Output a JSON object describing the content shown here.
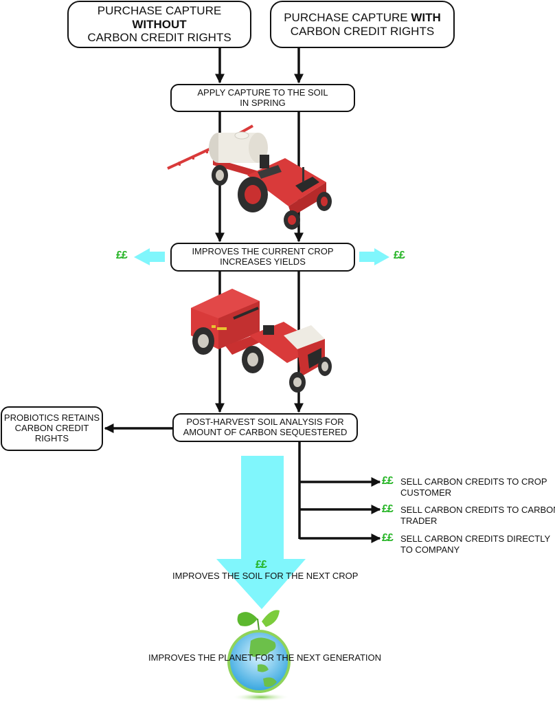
{
  "diagram": {
    "colors": {
      "money": "#22b322",
      "flow_arrow": "#80f6fc",
      "line": "#111111",
      "tractor_red": "#d93a3a",
      "tank_white": "#eeebe3",
      "globe_blue": "#4fb8e8",
      "land_green": "#6cc04a"
    },
    "top_boxes": [
      {
        "id": "without",
        "line1_prefix": "PURCHASE CAPTURE ",
        "line1_bold": "WITHOUT",
        "line2": "CARBON CREDIT RIGHTS"
      },
      {
        "id": "with",
        "line1_prefix": "PURCHASE CAPTURE ",
        "line1_bold": "WITH",
        "line2": "CARBON CREDIT RIGHTS"
      }
    ],
    "apply_box": {
      "line1": "APPLY CAPTURE TO THE SOIL",
      "line2": "IN SPRING"
    },
    "sprayer_icon": "tractor-with-sprayer-tank",
    "improves_box": {
      "line1": "IMPROVES THE CURRENT CROP",
      "line2": "INCREASES YIELDS"
    },
    "money_symbol": "££",
    "baler_icon": "tractor-with-baler",
    "analysis_box": {
      "line1": "POST-HARVEST SOIL ANALYSIS FOR",
      "line2": "AMOUNT OF CARBON SEQUESTERED"
    },
    "probiotics_box": {
      "line1": "PROBIOTICS RETAINS",
      "line2": "CARBON CREDIT",
      "line3": "RIGHTS"
    },
    "sell_options": [
      {
        "line1": "SELL CARBON CREDITS TO CROP",
        "line2": "CUSTOMER"
      },
      {
        "line1": "SELL CARBON CREDITS TO CARBON",
        "line2": "TRADER"
      },
      {
        "line1": "SELL CARBON CREDITS DIRECTLY",
        "line2": "TO COMPANY"
      }
    ],
    "soil_label": "IMPROVES THE SOIL FOR THE NEXT CROP",
    "globe_icon": "globe-with-leaves",
    "planet_label": "IMPROVES THE PLANET FOR THE NEXT GENERATION"
  }
}
